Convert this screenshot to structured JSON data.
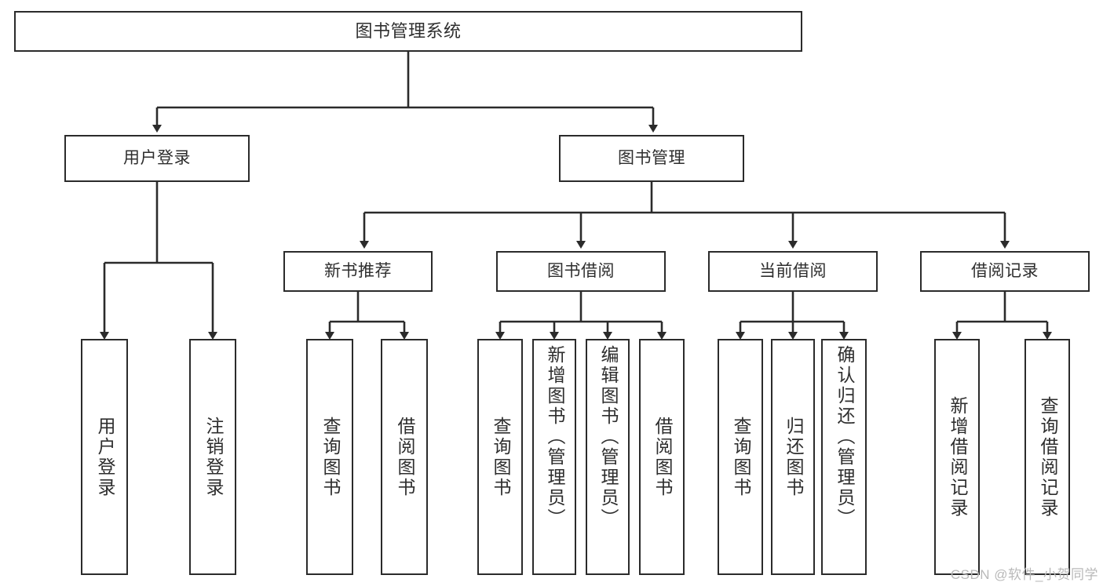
{
  "diagram": {
    "title": "图书管理系统",
    "type": "tree",
    "watermark": "CSDN @软件_小贺同学",
    "colors": {
      "stroke": "#2b2b2b",
      "text": "#2e2e2e",
      "background": "#ffffff",
      "watermark": "#b9b9b9"
    },
    "nodes": {
      "root": {
        "label": "图书管理系统"
      },
      "level2": [
        {
          "label": "用户登录"
        },
        {
          "label": "图书管理"
        }
      ],
      "level3": [
        {
          "label": "新书推荐"
        },
        {
          "label": "图书借阅"
        },
        {
          "label": "当前借阅"
        },
        {
          "label": "借阅记录"
        }
      ],
      "leaves": {
        "user_login": [
          {
            "label": "用户登录"
          },
          {
            "label": "注销登录"
          }
        ],
        "new_book_recommend": [
          {
            "label": "查询图书"
          },
          {
            "label": "借阅图书"
          }
        ],
        "book_borrow": [
          {
            "label": "查询图书"
          },
          {
            "label": "新增图书（管理员）"
          },
          {
            "label": "编辑图书（管理员）"
          },
          {
            "label": "借阅图书"
          }
        ],
        "current_borrow": [
          {
            "label": "查询图书"
          },
          {
            "label": "归还图书"
          },
          {
            "label": "确认归还（管理员）"
          }
        ],
        "borrow_record": [
          {
            "label": "新增借阅记录"
          },
          {
            "label": "查询借阅记录"
          }
        ]
      }
    }
  }
}
